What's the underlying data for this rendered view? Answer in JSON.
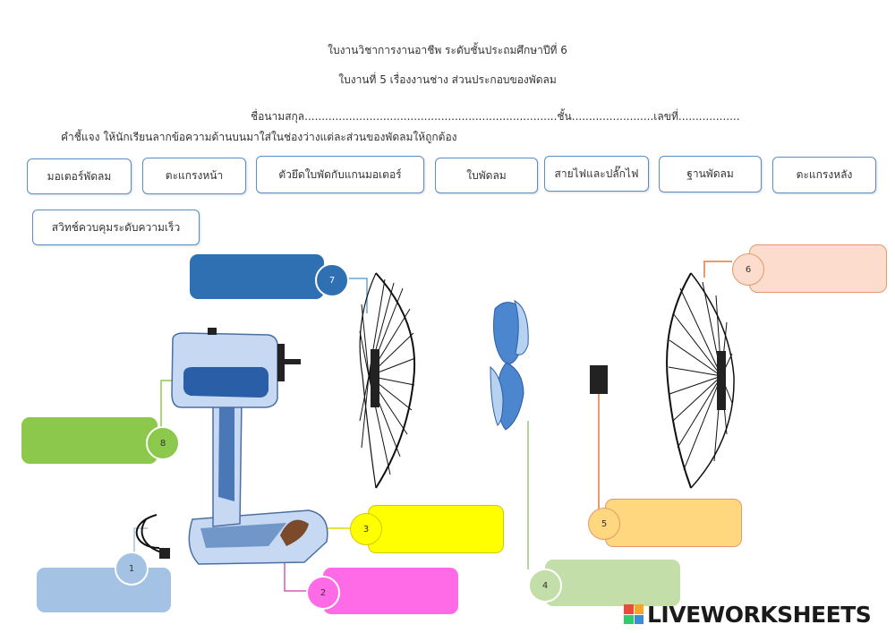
{
  "header": {
    "line1": "ใบงานวิชาการงานอาชีพ ระดับชั้นประถมศึกษาปีที่ 6",
    "line2": "ใบงานที่ 5  เรื่องงานช่าง  ส่วนประกอบของพัดลม",
    "name_line": "ชื่อนามสกุล..........................................................................ชั้น........................เลขที่..................",
    "instruction": "คำชี้แจง  ให้นักเรียนลากข้อความด้านบนมาใส่ในช่องว่างแต่ละส่วนของพัดลมให้ถูกต้อง"
  },
  "word_bank": [
    "มอเตอร์พัดลม",
    "ตะแกรงหน้า",
    "ตัวยึดใบพัดกับแกนมอเตอร์",
    "ใบพัดลม",
    "สายไฟและปลั๊กไฟ",
    "ฐานพัดลม",
    "ตะแกรงหลัง",
    "สวิทช์ควบคุมระดับความเร็ว"
  ],
  "answer_slots": [
    {
      "number": "1",
      "value": "",
      "color": "#a4c2e3"
    },
    {
      "number": "2",
      "value": "",
      "color": "#ff6ae6"
    },
    {
      "number": "3",
      "value": "",
      "color": "#ffff00"
    },
    {
      "number": "4",
      "value": "",
      "color": "#c3dea8"
    },
    {
      "number": "5",
      "value": "",
      "color": "#ffd77e"
    },
    {
      "number": "6",
      "value": "",
      "color": "#fbdccd"
    },
    {
      "number": "7",
      "value": "",
      "color": "#2f70b3"
    },
    {
      "number": "8",
      "value": "",
      "color": "#8cc84b"
    }
  ],
  "badge_colors": {
    "1": "#a4c2e3",
    "2": "#ff6ae6",
    "3": "#ffff00",
    "4": "#c3dea8",
    "5": "#ffd77e",
    "6": "#fbdccd",
    "7": "#2f70b3",
    "8": "#8cc84b"
  },
  "illustration_icons": [
    "fan-body-illustration",
    "front-grille-illustration",
    "blade-illustration",
    "spinner-cap-illustration",
    "rear-grille-illustration"
  ],
  "branding": {
    "logo_text": "LIVEWORKSHEETS",
    "logo_letters": [
      "L",
      "I",
      "V",
      "E"
    ],
    "logo_colors": [
      "#e84c3d",
      "#f5a623",
      "#2ecc71",
      "#3b8ed6"
    ]
  }
}
